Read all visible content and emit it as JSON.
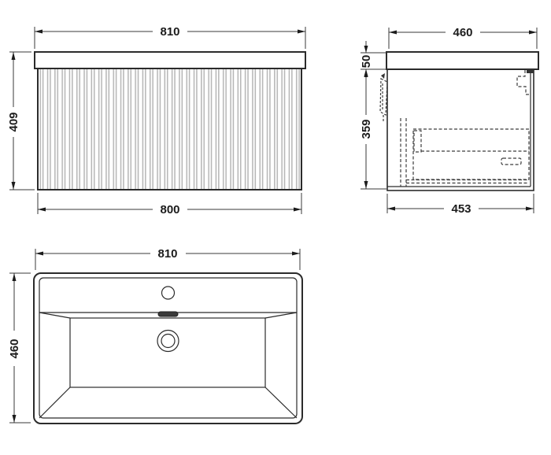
{
  "drawing": {
    "type": "technical-dimension-drawing",
    "subject": "wall-hung vanity unit with basin",
    "colors": {
      "line": "#2b2b2b",
      "dashed_detail": "#3c3c3c",
      "flute": "#b5b5b5",
      "background": "#ffffff"
    },
    "views": {
      "front": {
        "name": "front elevation",
        "dim_width_top": "810",
        "dim_height": "409",
        "dim_width_bottom": "800"
      },
      "side": {
        "name": "side section",
        "dim_depth_top": "460",
        "dim_worktop_height": "50",
        "dim_cabinet_height": "359",
        "dim_depth_bottom": "453"
      },
      "basin": {
        "name": "basin plan",
        "dim_width": "810",
        "dim_depth": "460"
      }
    }
  }
}
